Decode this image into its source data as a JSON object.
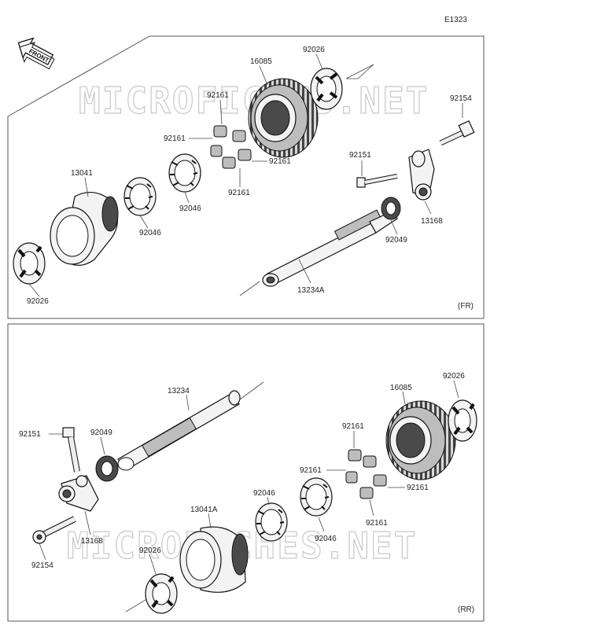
{
  "diagram_code": "E1323",
  "front_label": "FRONT",
  "watermark": "MICROFICHES.NET",
  "panels": {
    "fr": {
      "tag": "(FR)",
      "labels": {
        "p16085": "16085",
        "p92026_top": "92026",
        "p92154": "92154",
        "p92161_a": "92161",
        "p92161_b": "92161",
        "p92161_c": "92161",
        "p92161_d": "92161",
        "p92151": "92151",
        "p13041": "13041",
        "p92046_a": "92046",
        "p92046_b": "92046",
        "p13168": "13168",
        "p92049": "92049",
        "p92026_bot": "92026",
        "p13234A": "13234A"
      }
    },
    "rr": {
      "tag": "(RR)",
      "labels": {
        "p13234": "13234",
        "p92026_top": "92026",
        "p16085": "16085",
        "p92151": "92151",
        "p92049": "92049",
        "p92161_a": "92161",
        "p92161_b": "92161",
        "p92161_c": "92161",
        "p92161_d": "92161",
        "p92046_a": "92046",
        "p92046_b": "92046",
        "p13041A": "13041A",
        "p13168": "13168",
        "p92154": "92154",
        "p92026_bot": "92026"
      }
    }
  }
}
